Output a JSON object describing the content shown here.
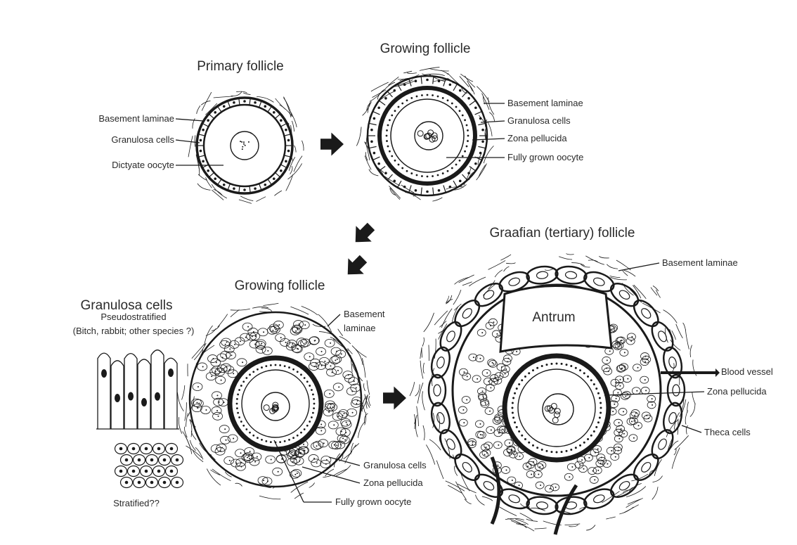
{
  "panels": {
    "primary": {
      "title": "Primary follicle",
      "labels": [
        "Basement laminae",
        "Granulosa cells",
        "Dictyate oocyte"
      ]
    },
    "growing_top": {
      "title": "Growing follicle",
      "labels": [
        "Basement laminae",
        "Granulosa cells",
        "Zona pellucida",
        "Fully grown oocyte"
      ]
    },
    "granulosa": {
      "title": "Granulosa cells",
      "subtitle_line1": "Pseudostratified",
      "subtitle_line2": "(Bitch, rabbit; other species ?)",
      "caption": "Stratified??"
    },
    "growing_bottom": {
      "title": "Growing follicle",
      "basement_line1": "Basement",
      "basement_line2": "laminae",
      "labels": [
        "Granulosa cells",
        "Zona pellucida",
        "Fully grown oocyte"
      ]
    },
    "graafian": {
      "title": "Graafian (tertiary) follicle",
      "antrum": "Antrum",
      "labels": [
        "Basement laminae",
        "Blood vessel",
        "Zona pellucida",
        "Theca cells"
      ]
    }
  }
}
